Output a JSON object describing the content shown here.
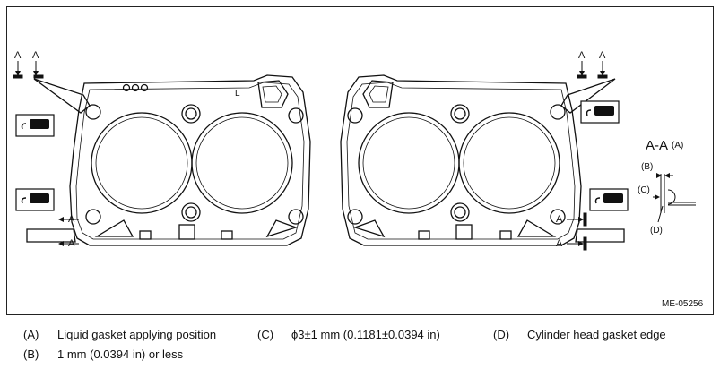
{
  "figure": {
    "code": "ME-05256",
    "section_title": "A-A",
    "section_key": "(A)",
    "arrow_label": "A",
    "left_head_mark": "L",
    "callouts": {
      "b": "(B)",
      "c": "(C)",
      "d": "(D)"
    }
  },
  "legend": [
    {
      "key": "(A)",
      "text": "Liquid gasket applying position"
    },
    {
      "key": "(B)",
      "text": "1 mm (0.0394 in) or less"
    },
    {
      "key": "(C)",
      "text": "ϕ3±1 mm (0.1181±0.0394 in)"
    },
    {
      "key": "(D)",
      "text": "Cylinder head gasket edge"
    }
  ]
}
